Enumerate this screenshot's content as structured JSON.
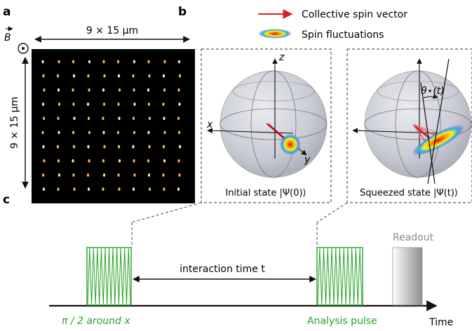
{
  "panels": {
    "a": "a",
    "b": "b",
    "c": "c"
  },
  "array": {
    "bfield_label": "B",
    "width_label": "9 × 15 μm",
    "height_label": "9 × 15 μm",
    "rows": 10,
    "cols": 10
  },
  "legend": {
    "collective": "Collective spin vector",
    "fluctuations": "Spin fluctuations",
    "arrow_color": "#d2232a"
  },
  "spheres": {
    "initial": {
      "axis_z": "z",
      "axis_x": "x",
      "axis_y": "y",
      "caption": "Initial state |Ψ(0)⟩"
    },
    "squeezed": {
      "angle_label": "θ⋆(t)",
      "caption": "Squeezed state |Ψ(t)⟩"
    }
  },
  "sequence": {
    "interaction": "interaction time t",
    "readout": "Readout",
    "pulse1": "π / 2 around x",
    "pulse2": "Analysis pulse",
    "time": "Time",
    "pulse_color": "#2aa12a"
  }
}
